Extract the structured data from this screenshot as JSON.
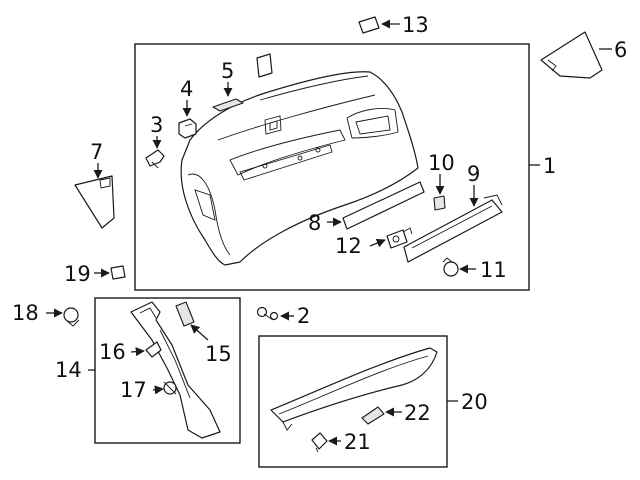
{
  "diagram": {
    "callouts": {
      "c1": "1",
      "c2": "2",
      "c3": "3",
      "c4": "4",
      "c5": "5",
      "c6": "6",
      "c7": "7",
      "c8": "8",
      "c9": "9",
      "c10": "10",
      "c11": "11",
      "c12": "12",
      "c13": "13",
      "c14": "14",
      "c15": "15",
      "c16": "16",
      "c17": "17",
      "c18": "18",
      "c19": "19",
      "c20": "20",
      "c21": "21",
      "c22": "22"
    },
    "colors": {
      "line": "#1a1a1a",
      "fill": "#ffffff",
      "shade": "#e6e6e6"
    }
  }
}
